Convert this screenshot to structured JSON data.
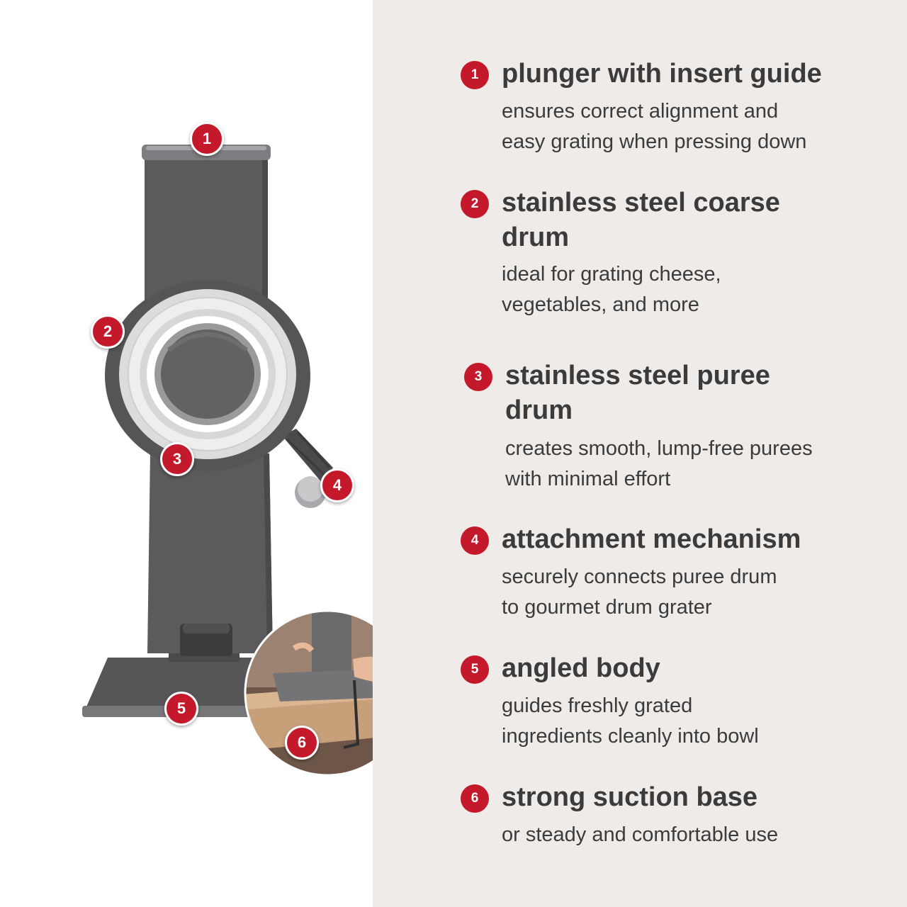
{
  "features": [
    {
      "number": "1",
      "title": "plunger with insert guide",
      "description": "ensures correct alignment and\neasy grating when pressing down"
    },
    {
      "number": "2",
      "title": "stainless steel coarse drum",
      "description": "ideal for grating cheese,\nvegetables, and more"
    },
    {
      "number": "3",
      "title": "stainless steel puree drum",
      "description": "creates smooth, lump-free purees\nwith minimal effort"
    },
    {
      "number": "4",
      "title": "attachment mechanism",
      "description": "securely connects puree drum\nto gourmet drum grater"
    },
    {
      "number": "5",
      "title": "angled body",
      "description": "guides freshly grated\ningredients cleanly into bowl"
    },
    {
      "number": "6",
      "title": "strong suction base",
      "description": "or steady and comfortable use"
    }
  ],
  "markers": [
    "1",
    "2",
    "3",
    "4",
    "5",
    "6"
  ],
  "colors": {
    "accent": "#c4192b",
    "right_background": "#efebe8",
    "text": "#3b3b3b",
    "body": "#5b5b5e"
  }
}
